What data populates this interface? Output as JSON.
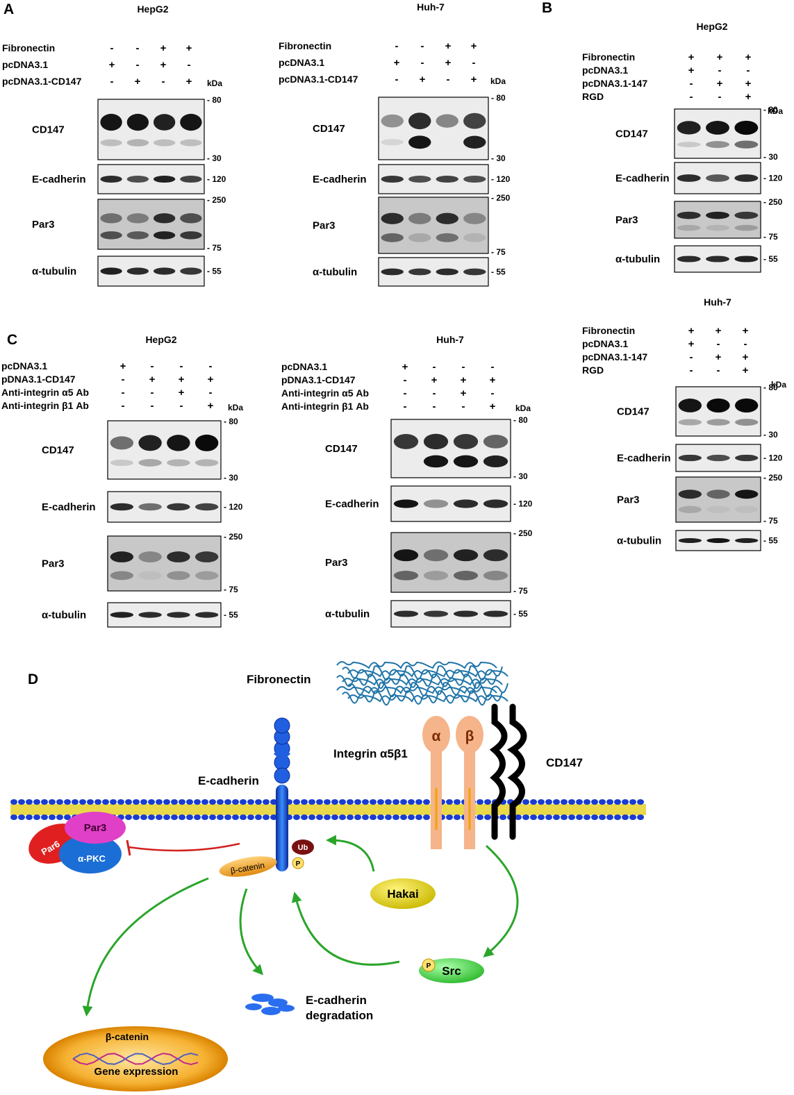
{
  "panels": {
    "A": {
      "letter": "A",
      "blots": [
        {
          "cell": "HepG2",
          "rows": [
            {
              "label": "Fibronectin",
              "signs": [
                "-",
                "-",
                "+",
                "+"
              ]
            },
            {
              "label": "pcDNA3.1",
              "signs": [
                "+",
                "-",
                "+",
                "-"
              ]
            },
            {
              "label": "pcDNA3.1-CD147",
              "signs": [
                "-",
                "+",
                "-",
                "+"
              ]
            }
          ],
          "kda": "kDa",
          "bands": [
            {
              "label": "CD147",
              "markers": [
                "80",
                "30"
              ]
            },
            {
              "label": "E-cadherin",
              "markers": [
                "120"
              ]
            },
            {
              "label": "Par3",
              "markers": [
                "250",
                "75"
              ]
            },
            {
              "label": "α-tubulin",
              "markers": [
                "55"
              ]
            }
          ]
        },
        {
          "cell": "Huh-7",
          "rows": [
            {
              "label": "Fibronectin",
              "signs": [
                "-",
                "-",
                "+",
                "+"
              ]
            },
            {
              "label": "pcDNA3.1",
              "signs": [
                "+",
                "-",
                "+",
                "-"
              ]
            },
            {
              "label": "pcDNA3.1-CD147",
              "signs": [
                "-",
                "+",
                "-",
                "+"
              ]
            }
          ],
          "kda": "kDa",
          "bands": [
            {
              "label": "CD147",
              "markers": [
                "80",
                "30"
              ]
            },
            {
              "label": "E-cadherin",
              "markers": [
                "120"
              ]
            },
            {
              "label": "Par3",
              "markers": [
                "250",
                "75"
              ]
            },
            {
              "label": "α-tubulin",
              "markers": [
                "55"
              ]
            }
          ]
        }
      ]
    },
    "B": {
      "letter": "B",
      "blots": [
        {
          "cell": "HepG2",
          "rows": [
            {
              "label": "Fibronectin",
              "signs": [
                "+",
                "+",
                "+"
              ]
            },
            {
              "label": "pcDNA3.1",
              "signs": [
                "+",
                "-",
                "-"
              ]
            },
            {
              "label": "pcDNA3.1-147",
              "signs": [
                "-",
                "+",
                "+"
              ]
            },
            {
              "label": "RGD",
              "signs": [
                "-",
                "-",
                "+"
              ]
            }
          ],
          "kda": "kDa",
          "bands": [
            {
              "label": "CD147",
              "markers": [
                "80",
                "30"
              ]
            },
            {
              "label": "E-cadherin",
              "markers": [
                "120"
              ]
            },
            {
              "label": "Par3",
              "markers": [
                "250",
                "75"
              ]
            },
            {
              "label": "α-tubulin",
              "markers": [
                "55"
              ]
            }
          ]
        },
        {
          "cell": "Huh-7",
          "rows": [
            {
              "label": "Fibronectin",
              "signs": [
                "+",
                "+",
                "+"
              ]
            },
            {
              "label": "pcDNA3.1",
              "signs": [
                "+",
                "-",
                "-"
              ]
            },
            {
              "label": "pcDNA3.1-147",
              "signs": [
                "-",
                "+",
                "+"
              ]
            },
            {
              "label": "RGD",
              "signs": [
                "-",
                "-",
                "+"
              ]
            }
          ],
          "kda": "kDa",
          "bands": [
            {
              "label": "CD147",
              "markers": [
                "80",
                "30"
              ]
            },
            {
              "label": "E-cadherin",
              "markers": [
                "120"
              ]
            },
            {
              "label": "Par3",
              "markers": [
                "250",
                "75"
              ]
            },
            {
              "label": "α-tubulin",
              "markers": [
                "55"
              ]
            }
          ]
        }
      ]
    },
    "C": {
      "letter": "C",
      "blots": [
        {
          "cell": "HepG2",
          "rows": [
            {
              "label": "pcDNA3.1",
              "signs": [
                "+",
                "-",
                "-",
                "-"
              ]
            },
            {
              "label": "pDNA3.1-CD147",
              "signs": [
                "-",
                "+",
                "+",
                "+"
              ]
            },
            {
              "label": "Anti-integrin α5  Ab",
              "signs": [
                "-",
                "-",
                "+",
                "-"
              ]
            },
            {
              "label": "Anti-integrin β1 Ab",
              "signs": [
                "-",
                "-",
                "-",
                "+"
              ]
            }
          ],
          "kda": "kDa",
          "bands": [
            {
              "label": "CD147",
              "markers": [
                "80",
                "30"
              ]
            },
            {
              "label": "E-cadherin",
              "markers": [
                "120"
              ]
            },
            {
              "label": "Par3",
              "markers": [
                "250",
                "75"
              ]
            },
            {
              "label": "α-tubulin",
              "markers": [
                "55"
              ]
            }
          ]
        },
        {
          "cell": "Huh-7",
          "rows": [
            {
              "label": "pcDNA3.1",
              "signs": [
                "+",
                "-",
                "-",
                "-"
              ]
            },
            {
              "label": "pDNA3.1-CD147",
              "signs": [
                "-",
                "+",
                "+",
                "+"
              ]
            },
            {
              "label": "Anti-integrin α5  Ab",
              "signs": [
                "-",
                "-",
                "+",
                "-"
              ]
            },
            {
              "label": "Anti-integrin β1 Ab",
              "signs": [
                "-",
                "-",
                "-",
                "+"
              ]
            }
          ],
          "kda": "kDa",
          "bands": [
            {
              "label": "CD147",
              "markers": [
                "80",
                "30"
              ]
            },
            {
              "label": "E-cadherin",
              "markers": [
                "120"
              ]
            },
            {
              "label": "Par3",
              "markers": [
                "250",
                "75"
              ]
            },
            {
              "label": "α-tubulin",
              "markers": [
                "55"
              ]
            }
          ]
        }
      ]
    }
  },
  "diagram": {
    "letter": "D",
    "fibronectin": "Fibronectin",
    "integrin": "Integrin α5β1",
    "alpha": "α",
    "beta": "β",
    "cd147": "CD147",
    "ecadherin": "E-cadherin",
    "par3": "Par3",
    "par6": "Par6",
    "apkc": "α-PKC",
    "bcatenin": "β-catenin",
    "ub": "Ub",
    "p": "P",
    "hakai": "Hakai",
    "src": "Src",
    "degradation_line1": "E-cadherin",
    "degradation_line2": "degradation",
    "nucleus_bcatenin": "β-catenin",
    "gene_expression": "Gene expression",
    "colors": {
      "membrane_blue": "#1a3ccf",
      "membrane_yellow": "#e8d84a",
      "arrow_green": "#2aa52a",
      "inhibit_red": "#d42020",
      "integrin": "#f5b48a",
      "fiber": "#1f74a8"
    }
  }
}
